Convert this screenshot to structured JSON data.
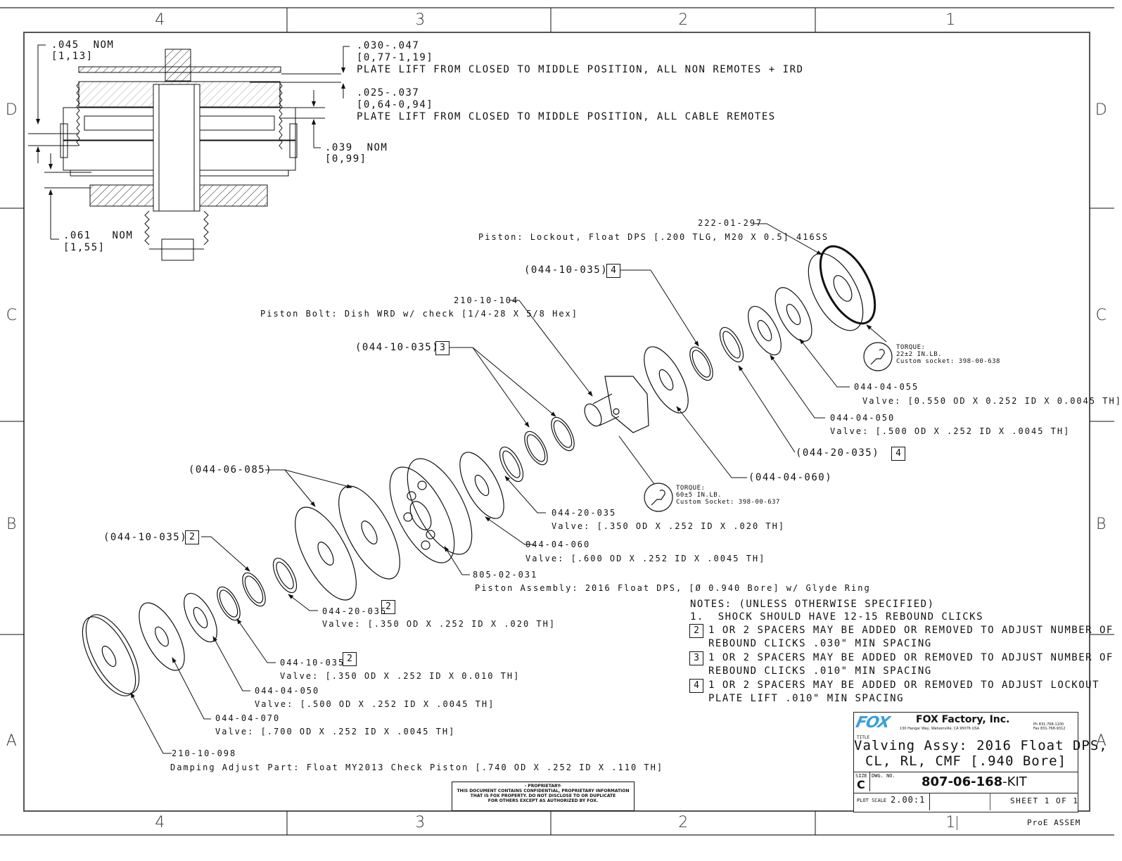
{
  "drawing": {
    "type": "engineering-drawing",
    "zones_top": [
      "4",
      "3",
      "2",
      "1"
    ],
    "zones_bottom": [
      "4",
      "3",
      "2",
      "1"
    ],
    "zones_side": [
      "D",
      "C",
      "B",
      "A"
    ]
  },
  "section_view": {
    "dims": [
      {
        "value": ".045  NOM",
        "metric": "[1,13]"
      },
      {
        "value": ".061   NOM",
        "metric": "[1,55]"
      },
      {
        "value": ".039  NOM",
        "metric": "[0,99]"
      },
      {
        "value": ".030-.047",
        "metric": "[0,77-1,19]",
        "note": "PLATE LIFT FROM CLOSED TO MIDDLE POSITION, ALL NON REMOTES + IRD"
      },
      {
        "value": ".025-.037",
        "metric": "[0,64-0,94]",
        "note": "PLATE LIFT FROM CLOSED TO MIDDLE POSITION, ALL CABLE REMOTES"
      }
    ]
  },
  "callouts": {
    "piston_lockout": {
      "part": "222-01-297",
      "desc": "Piston: Lockout, Float DPS [.200 TLG, M20 X 0.5] 416SS"
    },
    "spacer_4_top": {
      "part": "(044-10-035)",
      "note": "4"
    },
    "piston_bolt": {
      "part": "210-10-104",
      "desc": "Piston Bolt: Dish WRD w/ check [1/4-28 X 5/8 Hex]"
    },
    "spacer_3": {
      "part": "(044-10-035)",
      "note": "3"
    },
    "torque_top": {
      "l1": "TORQUE:",
      "l2": "22±2 IN.LB.",
      "l3": "Custom socket: 398-00-638"
    },
    "valve_055": {
      "part": "044-04-055",
      "desc": "Valve: [0.550 OD X 0.252 ID X 0.0045 TH]"
    },
    "valve_050_top": {
      "part": "044-04-050",
      "desc": "Valve: [.500 OD X .252 ID X .0045 TH]"
    },
    "spacer_20_4": {
      "part": "(044-20-035)",
      "note": "4"
    },
    "valve_060_ref": {
      "part": "(044-04-060)"
    },
    "torque_mid": {
      "l1": "TORQUE:",
      "l2": "60±5 IN.LB.",
      "l3": "Custom Socket: 398-00-637"
    },
    "valve_20_035_mid": {
      "part": "044-20-035",
      "desc": "Valve: [.350 OD X .252 ID X .020 TH]"
    },
    "valve_060": {
      "part": "044-04-060",
      "desc": "Valve: [.600 OD X .252 ID X .0045 TH]"
    },
    "piston_assy": {
      "part": "805-02-031",
      "desc": "Piston Assembly: 2016 Float DPS, [Ø 0.940 Bore] w/ Glyde Ring"
    },
    "valve_085_ref": {
      "part": "(044-06-085)"
    },
    "spacer_2_ref": {
      "part": "(044-10-035)",
      "note": "2"
    },
    "valve_20_035_low": {
      "part": "044-20-035",
      "note": "2",
      "desc": "Valve: [.350 OD X .252 ID X .020 TH]"
    },
    "valve_10_035": {
      "part": "044-10-035",
      "note": "2",
      "desc": "Valve: [.350 OD X .252 ID X 0.010 TH]"
    },
    "valve_050_low": {
      "part": "044-04-050",
      "desc": "Valve: [.500 OD X .252 ID X .0045 TH]"
    },
    "valve_070": {
      "part": "044-04-070",
      "desc": "Valve: [.700 OD X .252 ID X .0045 TH]"
    },
    "check_piston": {
      "part": "210-10-098",
      "desc": "Damping Adjust Part: Float MY2013 Check Piston [.740 OD X .252 ID X .110 TH]"
    }
  },
  "notes": {
    "header": "NOTES: (UNLESS OTHERWISE SPECIFIED)",
    "n1": "1.  SHOCK SHOULD HAVE 12-15 REBOUND CLICKS",
    "items": [
      {
        "flag": "2",
        "l1": "1 OR 2 SPACERS MAY BE ADDED OR REMOVED TO ADJUST NUMBER OF",
        "l2": "REBOUND CLICKS .030\" MIN SPACING"
      },
      {
        "flag": "3",
        "l1": "1 OR 2 SPACERS MAY BE ADDED OR REMOVED TO ADJUST NUMBER OF",
        "l2": "REBOUND CLICKS .010\" MIN SPACING"
      },
      {
        "flag": "4",
        "l1": "1 OR 2 SPACERS MAY BE ADDED OR REMOVED TO ADJUST LOCKOUT",
        "l2": "PLATE LIFT .010\" MIN SPACING"
      }
    ]
  },
  "proprietary": {
    "l1": "- PROPRIETARY-",
    "l2": "THIS DOCUMENT CONTAINS CONFIDENTIAL, PROPRIETARY INFORMATION",
    "l3": "THAT IS FOX PROPERTY.  DO NOT DISCLOSE TO OR DUPLICATE",
    "l4": "FOR OTHERS EXCEPT AS AUTHORIZED BY FOX."
  },
  "title_block": {
    "logo_text": "FOX",
    "logo_color": "#3aa0dc",
    "company": "FOX Factory, Inc.",
    "address": "130 Hangar Way, Watsonville, CA 95076 USA",
    "phone": "Ph 831-768-1100",
    "fax": "Fax 831-768-9312",
    "title_label": "TITLE",
    "title_l1": "Valving Assy: 2016 Float DPS,",
    "title_l2": "CL, RL, CMF [.940 Bore]",
    "size_label": "SIZE",
    "size": "C",
    "dwg_label": "DWG. NO.",
    "dwg_no": "807-06-168",
    "dwg_suffix": "-KIT",
    "plot_scale_label": "PLOT SCALE",
    "plot_scale": "2.00:1",
    "sheet": "SHEET 1 OF 1",
    "source": "ProE ASSEM"
  }
}
